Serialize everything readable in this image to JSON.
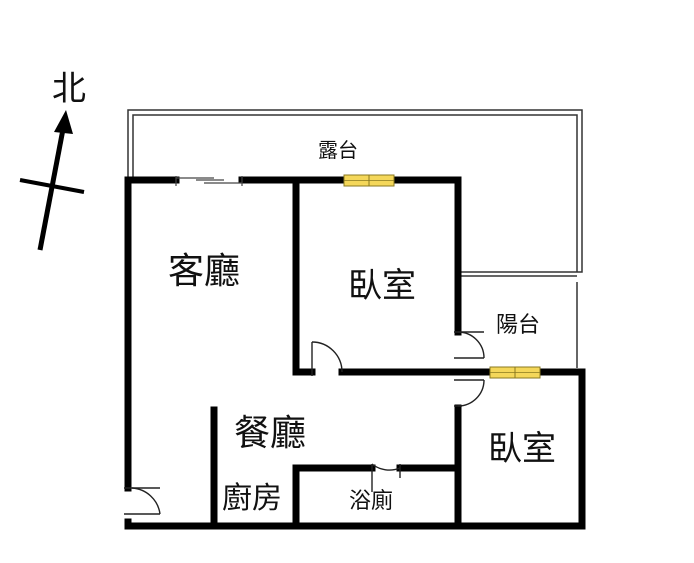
{
  "compass": {
    "label": "北"
  },
  "rooms": {
    "terrace": "露台",
    "living_room": "客廳",
    "bedroom_north": "臥室",
    "balcony": "陽台",
    "dining_room": "餐廳",
    "bedroom_south": "臥室",
    "kitchen": "廚房",
    "bathroom": "浴廁"
  },
  "colors": {
    "wall": "#000000",
    "thin_line": "#333333",
    "window_fill": "#f4d75a",
    "window_stroke": "#8a7a20",
    "background": "#ffffff"
  }
}
